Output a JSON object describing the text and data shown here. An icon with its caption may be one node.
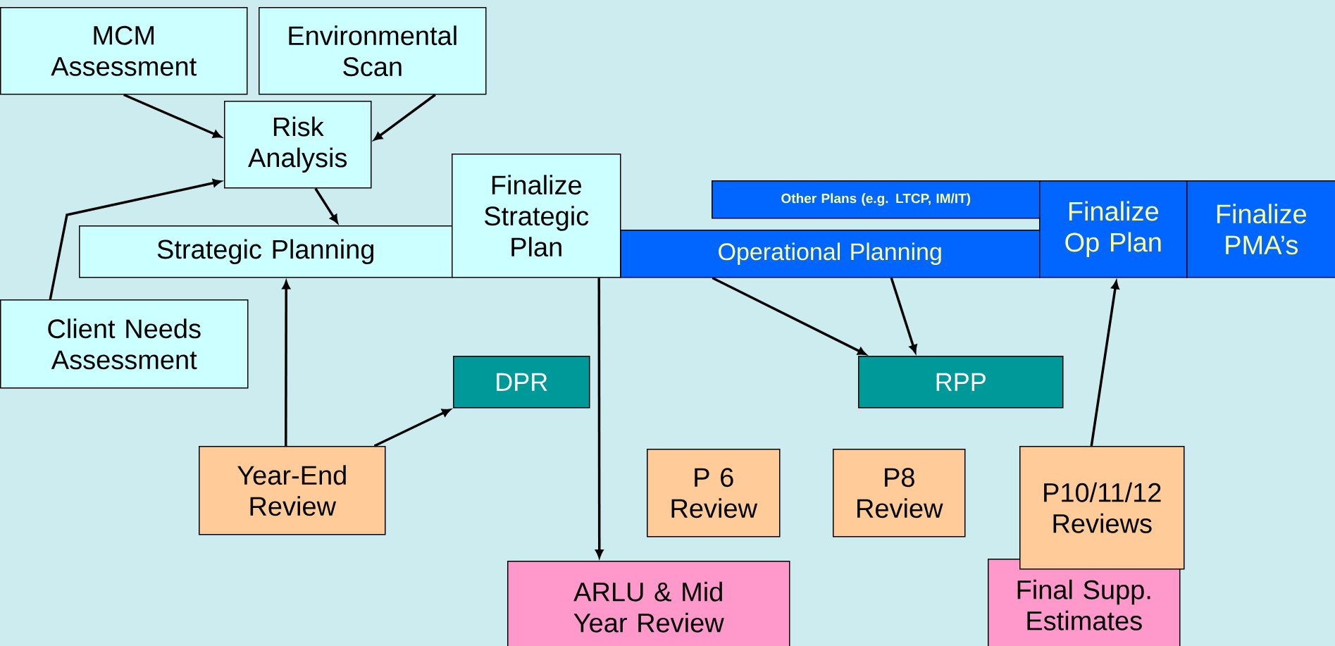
{
  "diagram": {
    "nodes": [
      {
        "text": [
          "MCM Assessment"
        ]
      },
      {
        "text": [
          "Environmental Scan"
        ]
      },
      {
        "text": [
          "Risk Analysis"
        ]
      },
      {
        "text": [
          "Strategic Planning"
        ]
      },
      {
        "text": [
          "Finalize Strategic Plan"
        ]
      },
      {
        "text": [
          "Other Plans (e.g. LTCP, IM/IT)"
        ]
      },
      {
        "text": [
          "Operational Planning"
        ]
      },
      {
        "text": [
          "Finalize Op Plan"
        ]
      },
      {
        "text": [
          "Finalize PMA’s"
        ]
      },
      {
        "text": [
          "Client Needs Assessment"
        ]
      },
      {
        "text": [
          "DPR"
        ]
      },
      {
        "text": [
          "RPP"
        ]
      },
      {
        "text": [
          "Year-End Review"
        ]
      },
      {
        "text": [
          "P 6 Review"
        ]
      },
      {
        "text": [
          "P8 Review"
        ]
      },
      {
        "text": [
          "P10/11/12 Reviews"
        ]
      },
      {
        "text": [
          "ARLU & Mid Year Review"
        ]
      },
      {
        "text": [
          "Final Supp. Estimates"
        ]
      }
    ],
    "edges": [
      {
        "from": 0,
        "to": 2,
        "arrow": "to"
      },
      {
        "from": 1,
        "to": 2,
        "arrow": "to"
      },
      {
        "from": 9,
        "to": 2,
        "arrow": "to"
      },
      {
        "from": 2,
        "to": 3,
        "arrow": "to"
      },
      {
        "from": 12,
        "to": 3,
        "arrow": "to"
      },
      {
        "from": 12,
        "to": 10,
        "arrow": "to"
      },
      {
        "from": 4,
        "to": 16,
        "arrow": "to"
      },
      {
        "from": 6,
        "to": 11,
        "arrow": "to"
      },
      {
        "from": 6,
        "to": 11,
        "arrow": "to"
      },
      {
        "from": 15,
        "to": 7,
        "arrow": "to"
      }
    ]
  }
}
